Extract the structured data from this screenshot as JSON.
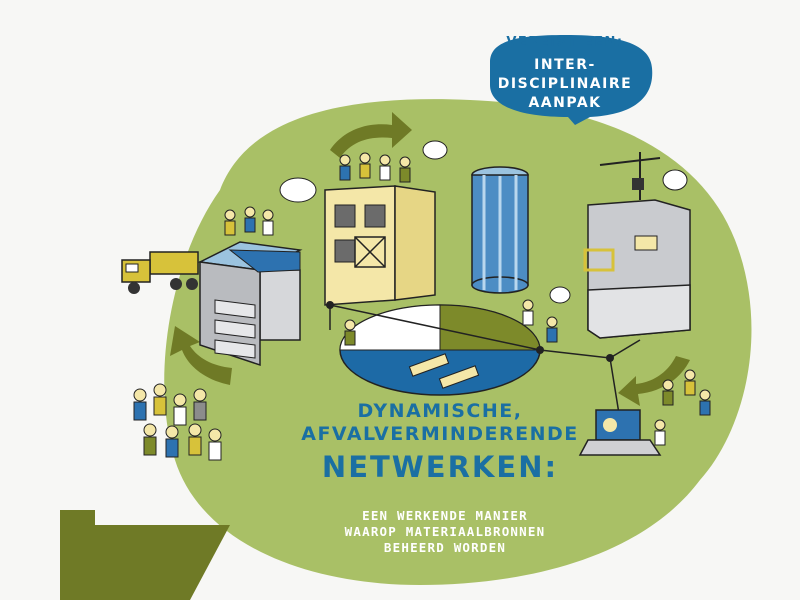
{
  "bubble": {
    "pre_label": "VEREIST EEN:",
    "line1": "INTER-",
    "line2": "DISCIPLINAIRE",
    "line3": "AANPAK"
  },
  "headline": {
    "line1": "DYNAMISCHE,",
    "line2": "AFVALVERMINDERENDE",
    "line3": "NETWERKEN:"
  },
  "subtitle": {
    "line1": "EEN WERKENDE MANIER",
    "line2": "WAAROP MATERIAALBRONNEN",
    "line3": "BEHEERD WORDEN"
  },
  "colors": {
    "blob_green": "#a9c066",
    "olive": "#6f7a26",
    "blue_dark": "#1a6fa3",
    "blue_light": "#7fb6dc",
    "sand": "#f4e7a8",
    "grey_building": "#c9cbcf"
  }
}
